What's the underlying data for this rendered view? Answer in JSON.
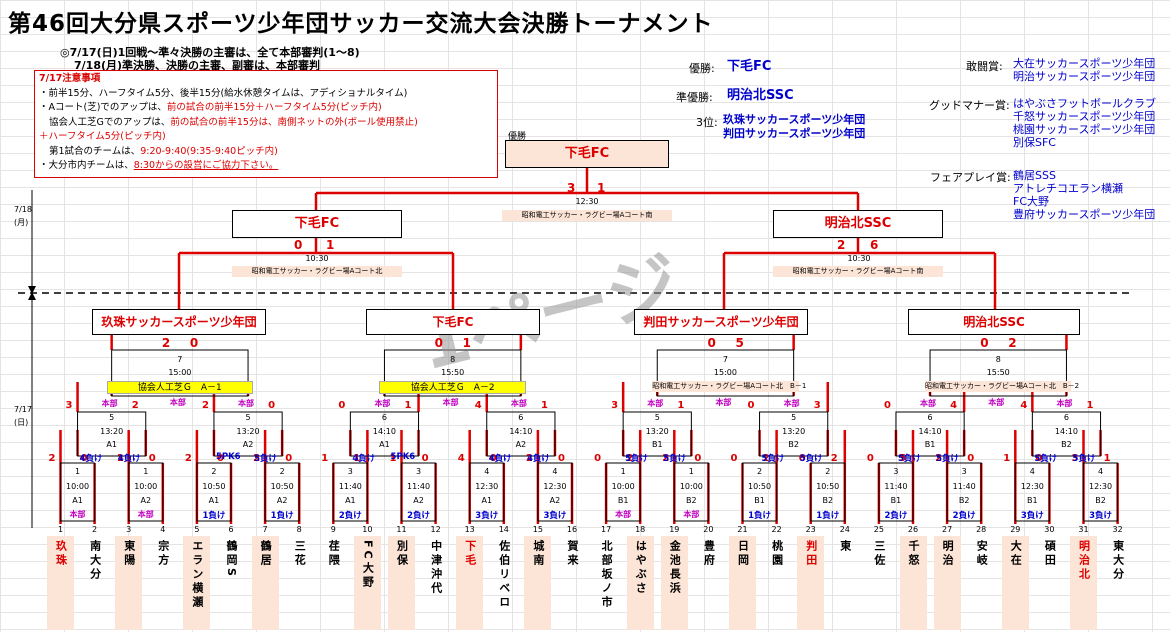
{
  "title": "第46回大分県スポーツ少年団サッカー交流大会決勝トーナメント",
  "rules": [
    "◎7/17(日)1回戦～準々決勝の主審は、全て本部審判(1～8)",
    "7/18(月)準決勝、決勝の主審、副審は、本部審判"
  ],
  "notice": {
    "heading": "7/17注意事項",
    "l1": "・前半15分、ハーフタイム5分、後半15分(給水休憩タイムは、アディショナルタイム)",
    "l2a": "・Aコート(芝)でのアップは、",
    "l2b": "前の試合の前半15分＋ハーフタイム5分(ピッチ内)",
    "l3a": "協会人工芝Gでのアップは、",
    "l3b": "前の試合の前半15分は、南側ネットの外(ボール使用禁止)",
    "l4": "＋ハーフタイム5分(ピッチ内)",
    "l5a": "第1試合のチームは、",
    "l5b": "9:20-9:40(9:35-9:40ピッチ内)",
    "l6a": "・大分市内チームは、",
    "l6b": "8:30からの設営にご協力下さい。"
  },
  "awards": {
    "champ_label": "優勝:",
    "champ": "下毛FC",
    "runner_label": "準優勝:",
    "runner": "明治北SSC",
    "third_label": "3位:",
    "third": [
      "玖珠サッカースポーツ少年団",
      "判田サッカースポーツ少年団"
    ],
    "fight_label": "敢闘賞:",
    "fight": [
      "大在サッカースポーツ少年団",
      "明治サッカースポーツ少年団"
    ],
    "good_label": "グッドマナー賞:",
    "good": [
      "はやぶさフットボールクラブ",
      "千怒サッカースポーツ少年団",
      "桃園サッカースポーツ少年団",
      "別保SFC"
    ],
    "fair_label": "フェアプレイ賞:",
    "fair": [
      "鶴居SSS",
      "アトレチコエラン横瀬",
      "FC大野",
      "豊府サッカースポーツ少年団"
    ]
  },
  "dates": {
    "d718": "7/18",
    "d718w": "(月)",
    "d717": "7/17",
    "d717w": "(日)"
  },
  "watermark": "1ページ",
  "final": {
    "label": "優勝",
    "winner": "下毛FC",
    "s1": "3",
    "s2": "1",
    "time": "12:30",
    "venue": "昭和電工サッカー・ラグビー場Aコート南"
  },
  "semis": [
    {
      "team": "下毛FC",
      "s1": "0",
      "s2": "1",
      "time": "10:30",
      "venue": "昭和電工サッカー・ラグビー場Aコート北"
    },
    {
      "team": "明治北SSC",
      "s1": "2",
      "s2": "6",
      "time": "10:30",
      "venue": "昭和電工サッカー・ラグビー場Aコート南"
    }
  ],
  "qf": [
    {
      "team": "玖珠サッカースポーツ少年団",
      "s1": "2",
      "s2": "0",
      "no": "7",
      "time": "15:00",
      "venue": "協会人工芝Ｇ　A－1",
      "hq": "本部"
    },
    {
      "team": "下毛FC",
      "s1": "0",
      "s2": "1",
      "no": "8",
      "time": "15:50",
      "venue": "協会人工芝Ｇ　A－2",
      "hq": "本部"
    },
    {
      "team": "判田サッカースポーツ少年団",
      "s1": "0",
      "s2": "5",
      "no": "7",
      "time": "15:00",
      "venue": "昭和電工サッカー・ラグビー場Aコート北　B－1",
      "hq": "本部"
    },
    {
      "team": "明治北SSC",
      "s1": "0",
      "s2": "2",
      "no": "8",
      "time": "15:50",
      "venue": "昭和電工サッカー・ラグビー場Aコート北　B－2",
      "hq": "本部"
    }
  ],
  "r2": [
    {
      "s1": "3",
      "s2": "2",
      "no": "5",
      "time": "13:20",
      "court": "A1",
      "hq": "本部"
    },
    {
      "s1": "2",
      "s2": "0",
      "no": "5",
      "time": "13:20",
      "court": "A2",
      "hq": "本部"
    },
    {
      "s1": "0",
      "s2": "1",
      "no": "6",
      "time": "14:10",
      "court": "A1",
      "hq": "本部"
    },
    {
      "s1": "4",
      "s2": "1",
      "no": "6",
      "time": "14:10",
      "court": "A2",
      "hq": "本部"
    },
    {
      "s1": "3",
      "s2": "1",
      "no": "5",
      "time": "13:20",
      "court": "B1",
      "hq": "本部"
    },
    {
      "s1": "0",
      "s2": "3",
      "no": "5",
      "time": "13:20",
      "court": "B2",
      "hq": "本部"
    },
    {
      "s1": "0",
      "s2": "4",
      "no": "6",
      "time": "14:10",
      "court": "B1",
      "hq": "本部"
    },
    {
      "s1": "4",
      "s2": "1",
      "no": "6",
      "time": "14:10",
      "court": "B2",
      "hq": "本部"
    }
  ],
  "r2ref": [
    "4負け",
    "4負け",
    "5PK6",
    "5負け",
    "4負け",
    "5PK6",
    "4負け",
    "4負け",
    "5負け",
    "5負け",
    "5負け",
    "5負け",
    "5負け",
    "5負け",
    "5負け",
    "5負け"
  ],
  "r1": [
    {
      "s1": "2",
      "s2": "0",
      "no": "1",
      "time": "10:00",
      "court": "A1",
      "ref": "本部"
    },
    {
      "s1": "1",
      "s2": "0",
      "no": "1",
      "time": "10:00",
      "court": "A2",
      "ref": "本部"
    },
    {
      "s1": "2",
      "s2": "0",
      "no": "2",
      "time": "10:50",
      "court": "A1",
      "ref": "1負け"
    },
    {
      "s1": "2",
      "s2": "0",
      "no": "2",
      "time": "10:50",
      "court": "A2",
      "ref": "1負け"
    },
    {
      "s1": "1",
      "s2": "1",
      "no": "3",
      "time": "11:40",
      "court": "A1",
      "ref": "2負け"
    },
    {
      "s1": "1",
      "s2": "0",
      "no": "3",
      "time": "11:40",
      "court": "A2",
      "ref": "2負け"
    },
    {
      "s1": "4",
      "s2": "0",
      "no": "4",
      "time": "12:30",
      "court": "A1",
      "ref": "3負け"
    },
    {
      "s1": "2",
      "s2": "0",
      "no": "4",
      "time": "12:30",
      "court": "A2",
      "ref": "3負け"
    },
    {
      "s1": "0",
      "s2": "2",
      "no": "1",
      "time": "10:00",
      "court": "B1",
      "ref": "本部"
    },
    {
      "s1": "2",
      "s2": "0",
      "no": "1",
      "time": "10:00",
      "court": "B2",
      "ref": "本部"
    },
    {
      "s1": "0",
      "s2": "2",
      "no": "2",
      "time": "10:50",
      "court": "B1",
      "ref": "1負け"
    },
    {
      "s1": "0",
      "s2": "2",
      "no": "2",
      "time": "10:50",
      "court": "B2",
      "ref": "1負け"
    },
    {
      "s1": "0",
      "s2": "5",
      "no": "3",
      "time": "11:40",
      "court": "B1",
      "ref": "2負け"
    },
    {
      "s1": "2",
      "s2": "0",
      "no": "3",
      "time": "11:40",
      "court": "B2",
      "ref": "2負け"
    },
    {
      "s1": "1",
      "s2": "0",
      "no": "4",
      "time": "12:30",
      "court": "B1",
      "ref": "3負け"
    },
    {
      "s1": "3",
      "s2": "1",
      "no": "4",
      "time": "12:30",
      "court": "B2",
      "ref": "3負け"
    }
  ],
  "teams": [
    {
      "no": "1",
      "name": "玖珠",
      "hl": "r"
    },
    {
      "no": "2",
      "name": "南大分",
      "hl": ""
    },
    {
      "no": "3",
      "name": "東陽",
      "hl": "b"
    },
    {
      "no": "4",
      "name": "宗方",
      "hl": ""
    },
    {
      "no": "5",
      "name": "エラン横瀬",
      "hl": "b"
    },
    {
      "no": "6",
      "name": "鶴岡S",
      "hl": ""
    },
    {
      "no": "7",
      "name": "鶴居",
      "hl": "b"
    },
    {
      "no": "8",
      "name": "三花",
      "hl": ""
    },
    {
      "no": "9",
      "name": "荏隈",
      "hl": ""
    },
    {
      "no": "10",
      "name": "FC大野",
      "hl": "b"
    },
    {
      "no": "11",
      "name": "別保",
      "hl": "b"
    },
    {
      "no": "12",
      "name": "中津沖代",
      "hl": ""
    },
    {
      "no": "13",
      "name": "下毛",
      "hl": "r"
    },
    {
      "no": "14",
      "name": "佐伯リベロ",
      "hl": ""
    },
    {
      "no": "15",
      "name": "城南",
      "hl": "b"
    },
    {
      "no": "16",
      "name": "賀来",
      "hl": ""
    },
    {
      "no": "17",
      "name": "北部坂ノ市",
      "hl": ""
    },
    {
      "no": "18",
      "name": "はやぶさ",
      "hl": "b"
    },
    {
      "no": "19",
      "name": "金池長浜",
      "hl": "b"
    },
    {
      "no": "20",
      "name": "豊府",
      "hl": ""
    },
    {
      "no": "21",
      "name": "日岡",
      "hl": "b"
    },
    {
      "no": "22",
      "name": "桃園",
      "hl": ""
    },
    {
      "no": "23",
      "name": "判田",
      "hl": "r"
    },
    {
      "no": "24",
      "name": "東",
      "hl": ""
    },
    {
      "no": "25",
      "name": "三佐",
      "hl": ""
    },
    {
      "no": "26",
      "name": "千怒",
      "hl": "b"
    },
    {
      "no": "27",
      "name": "明治",
      "hl": "b"
    },
    {
      "no": "28",
      "name": "安岐",
      "hl": ""
    },
    {
      "no": "29",
      "name": "大在",
      "hl": "b"
    },
    {
      "no": "30",
      "name": "碩田",
      "hl": ""
    },
    {
      "no": "31",
      "name": "明治北",
      "hl": "r"
    },
    {
      "no": "32",
      "name": "東大分",
      "hl": ""
    }
  ]
}
